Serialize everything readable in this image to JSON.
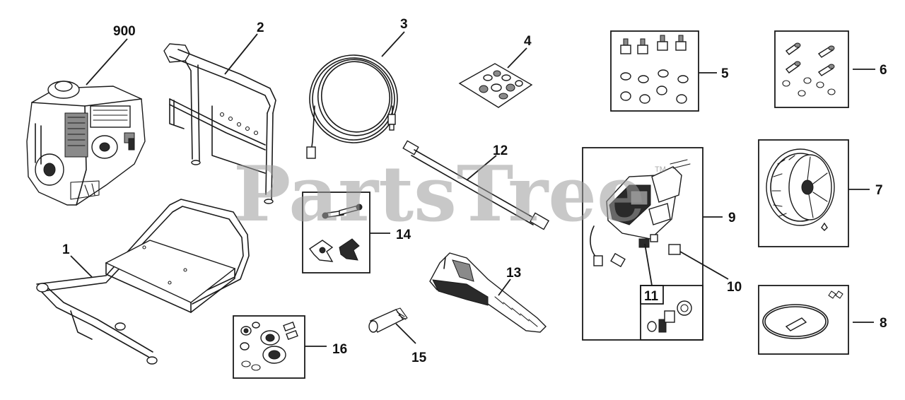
{
  "watermark": {
    "text": "PartsTree",
    "trademark": "TM"
  },
  "parts": [
    {
      "id": "900",
      "label": "900"
    },
    {
      "id": "2",
      "label": "2"
    },
    {
      "id": "3",
      "label": "3"
    },
    {
      "id": "4",
      "label": "4"
    },
    {
      "id": "5",
      "label": "5"
    },
    {
      "id": "6",
      "label": "6"
    },
    {
      "id": "1",
      "label": "1"
    },
    {
      "id": "12",
      "label": "12"
    },
    {
      "id": "14",
      "label": "14"
    },
    {
      "id": "9",
      "label": "9"
    },
    {
      "id": "7",
      "label": "7"
    },
    {
      "id": "13",
      "label": "13"
    },
    {
      "id": "10",
      "label": "10"
    },
    {
      "id": "11",
      "label": "11"
    },
    {
      "id": "16",
      "label": "16"
    },
    {
      "id": "15",
      "label": "15"
    },
    {
      "id": "8",
      "label": "8"
    }
  ]
}
